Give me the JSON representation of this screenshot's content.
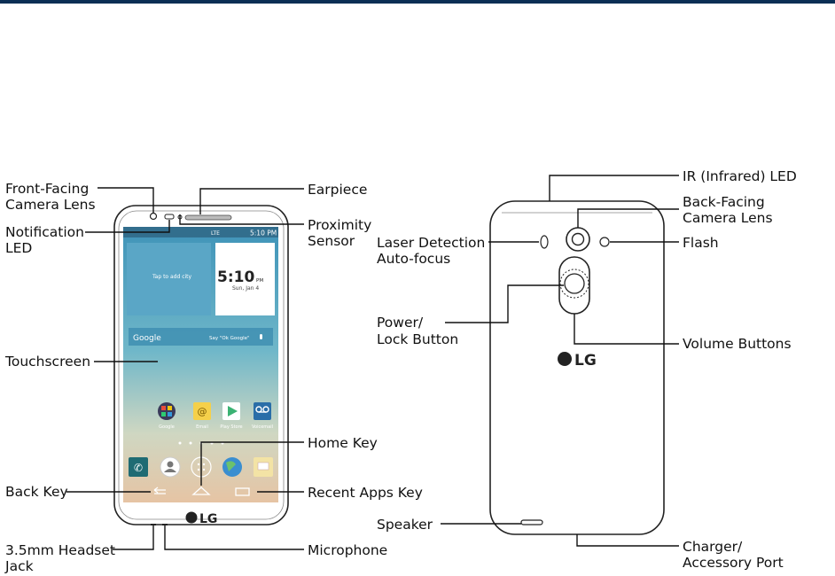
{
  "colors": {
    "top_rule": "#0b2f55",
    "screen_top": "#4a9fc0",
    "screen_bottom": "#e8c6a8"
  },
  "phone_screen": {
    "status_time": "5:10 PM",
    "status_net": "LTE",
    "clock_time": "5:10",
    "clock_ampm": "PM",
    "clock_date": "Sun, Jan 4",
    "weather_prompt": "Tap to add city",
    "search_brand": "Google",
    "search_hint": "Say \"Ok Google\"",
    "apps": [
      "Google",
      "Email",
      "Play Store",
      "Voicemail"
    ]
  },
  "front_logo": "LG",
  "back_logo": "LG",
  "labels": {
    "front_camera": [
      "Front-Facing",
      "Camera Lens"
    ],
    "notification_led": [
      "Notification",
      "LED"
    ],
    "touchscreen": [
      "Touchscreen"
    ],
    "back_key": [
      "Back Key"
    ],
    "headset_jack": [
      "3.5mm Headset",
      "Jack"
    ],
    "earpiece": [
      "Earpiece"
    ],
    "proximity": [
      "Proximity",
      "Sensor"
    ],
    "home_key": [
      "Home Key"
    ],
    "recent_apps": [
      "Recent Apps Key"
    ],
    "microphone": [
      "Microphone"
    ],
    "laser": [
      "Laser Detection",
      "Auto-focus"
    ],
    "power_lock": [
      "Power/",
      "Lock Button"
    ],
    "speaker": [
      "Speaker"
    ],
    "ir_led": [
      "IR (Infrared) LED"
    ],
    "back_camera": [
      "Back-Facing",
      "Camera Lens"
    ],
    "flash": [
      "Flash"
    ],
    "volume": [
      "Volume Buttons"
    ],
    "charger": [
      "Charger/",
      "Accessory Port"
    ]
  }
}
